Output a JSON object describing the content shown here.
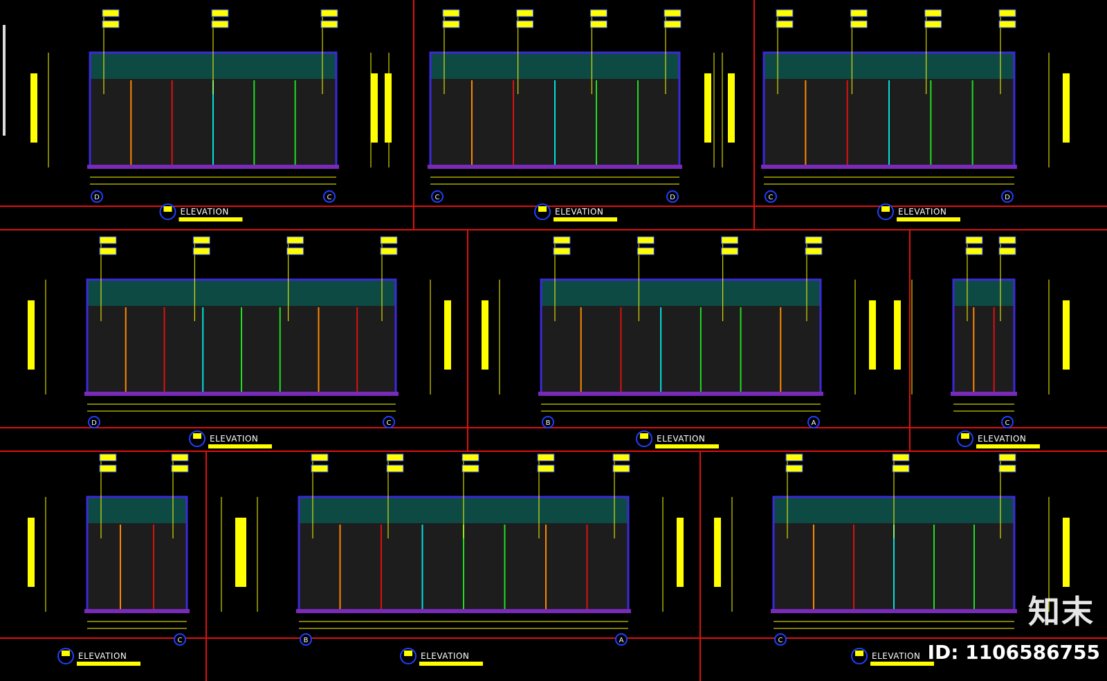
{
  "sheet": {
    "background": "#000000",
    "colors": {
      "frame": "#e01010",
      "wall_band": "#0e4a44",
      "outline": "#3a2ad8",
      "floor": "#7a2ab8",
      "tag": "#ffff00",
      "tag_border": "#2040ff",
      "leader": "#ffff00",
      "panel": "#1d1d1d",
      "green": "#22dd22",
      "red": "#dd1111",
      "orange": "#ff8800",
      "cyan": "#00e0e0",
      "white": "#ffffff"
    },
    "elevations": [
      {
        "title": "ELEVATION",
        "grid_left": "D",
        "grid_right": "C"
      },
      {
        "title": "ELEVATION",
        "grid_left": "C",
        "grid_right": "D"
      },
      {
        "title": "ELEVATION",
        "grid_left": "C",
        "grid_right": "D"
      },
      {
        "title": "ELEVATION",
        "grid_left": "D",
        "grid_right": "C"
      },
      {
        "title": "ELEVATION",
        "grid_left": "B",
        "grid_right": "A"
      },
      {
        "title": "ELEVATION",
        "grid_left": "",
        "grid_right": "C"
      },
      {
        "title": "ELEVATION",
        "grid_left": "",
        "grid_right": "C"
      },
      {
        "title": "ELEVATION",
        "grid_left": "B",
        "grid_right": "A"
      },
      {
        "title": "ELEVATION",
        "grid_left": "C",
        "grid_right": ""
      }
    ]
  },
  "watermark": {
    "brand": "知末",
    "id_label": "ID: 1106586755"
  }
}
